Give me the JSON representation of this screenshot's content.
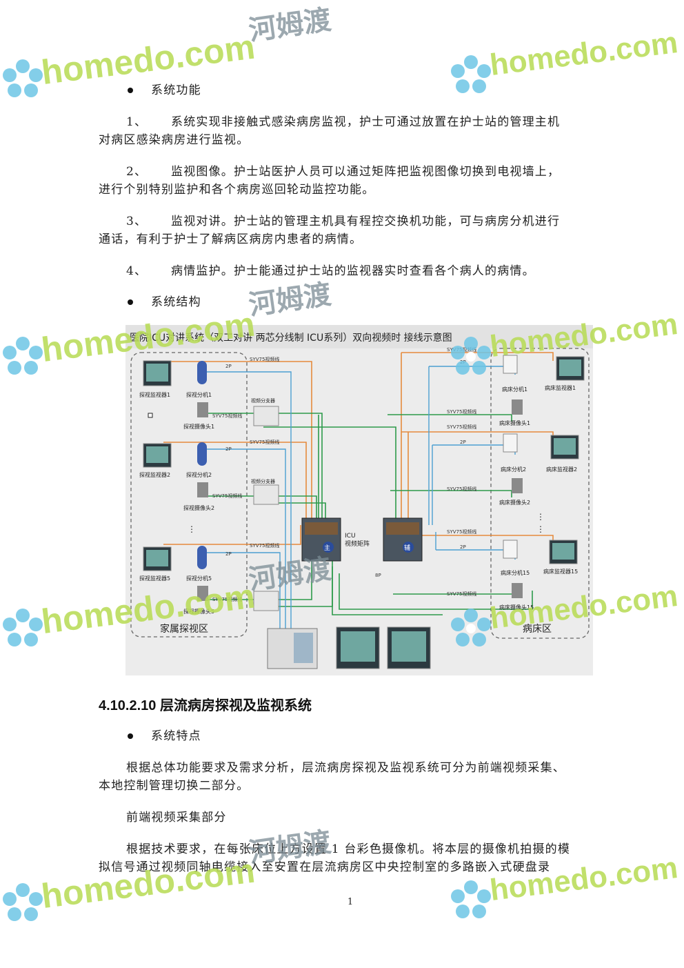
{
  "sections": {
    "system_function": {
      "heading": "系统功能",
      "items": [
        {
          "num": "1、",
          "line1": "系统实现非接触式感染病房监视，护士可通过放置在护士站的管理主机",
          "line2": "对病区感染病房进行监视。"
        },
        {
          "num": "2、",
          "line1": "监视图像。护士站医护人员可以通过矩阵把监视图像切换到电视墙上，",
          "line2": "进行个别特别监护和各个病房巡回轮动监控功能。"
        },
        {
          "num": "3、",
          "line1": "监视对讲。护士站的管理主机具有程控交换机功能，可与病房分机进行",
          "line2": "通话，有利于护士了解病区病房内患者的病情。"
        },
        {
          "num": "4、",
          "line1": "病情监护。护士能通过护士站的监视器实时查看各个病人的病情。",
          "line2": ""
        }
      ]
    },
    "system_structure": {
      "heading": "系统结构"
    },
    "laminar": {
      "title": "4.10.2.10 层流病房探视及监视系统",
      "features_heading": "系统特点",
      "para1_line1": "根据总体功能要求及需求分析，层流病房探视及监视系统可分为前端视频采集、",
      "para1_line2": "本地控制管理切换二部分。",
      "sub_heading": "前端视频采集部分",
      "para2_line1": "根据技术要求，在每张床位上方设置 1 台彩色摄像机。将本层的摄像机拍摄的模",
      "para2_line2": "拟信号通过视频同轴电缆接入至安置在层流病房区中央控制室的多路嵌入式硬盘录"
    }
  },
  "diagram": {
    "title": "医院ICU对讲系统（双工对讲  两芯分线制  ICU系列）双向视频时  接线示意图",
    "left_zone": "家属探视区",
    "right_zone": "病床区",
    "matrix_label_line1": "ICU",
    "matrix_label_line2": "视频矩阵",
    "main_badge": "主",
    "aux_badge": "辅",
    "cable_syv": "SYV75视频线",
    "cable_2p": "2P",
    "cable_8p": "8P",
    "splitter_label": "视频分支器",
    "visitor_groups": [
      {
        "monitor": "探视监视器1",
        "phone": "探视分机1",
        "camera": "探视摄像头1"
      },
      {
        "monitor": "探视监视器2",
        "phone": "探视分机2",
        "camera": "探视摄像头2"
      },
      {
        "monitor": "探视监视器5",
        "phone": "探视分机5",
        "camera": "探视摄像头5"
      }
    ],
    "bed_groups": [
      {
        "phone": "病床分机1",
        "monitor": "病床监视器1",
        "camera": "病床摄像头1"
      },
      {
        "phone": "病床分机2",
        "monitor": "病床监视器2",
        "camera": "病床摄像头2"
      },
      {
        "phone": "病床分机15",
        "monitor": "病床监视器15",
        "camera": "病床摄像头15"
      }
    ]
  },
  "watermark": {
    "brand": "homedo.com",
    "cn": "河姆渡"
  },
  "page_number": "1",
  "colors": {
    "orange": "#e58a3c",
    "green": "#2c9a4a",
    "blue": "#4b9fd1",
    "brand_green": "#b9dc58"
  }
}
